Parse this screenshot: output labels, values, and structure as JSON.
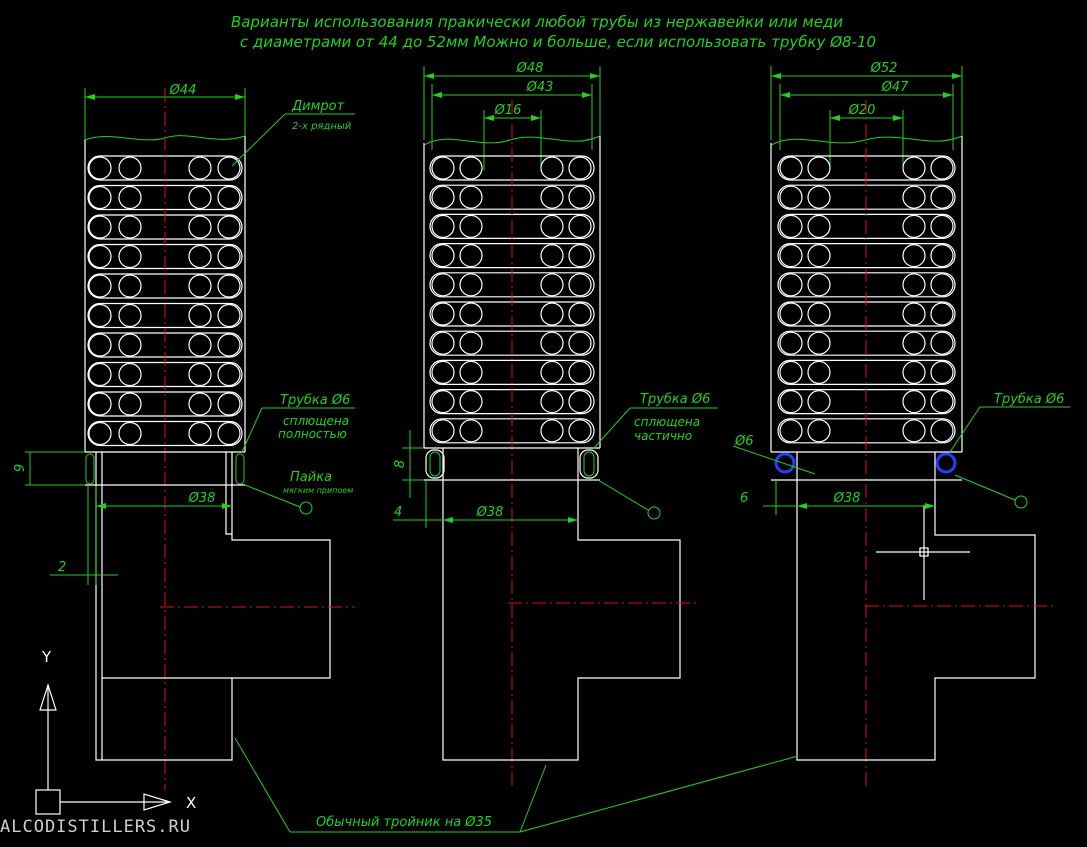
{
  "title": {
    "line1": "Варианты использования пракически любой трубы из нержавейки или меди",
    "line2": "с диаметрами от 44 до 52мм  Можно и больше, если использовать трубку Ø8-10"
  },
  "variant1": {
    "outer_dim": "Ø44",
    "packing_label": "Димрот",
    "packing_sub": "2-х рядный",
    "tube_label": "Трубка Ø6",
    "tube_state": "сплющена",
    "tube_state2": "полностью",
    "solder_label": "Пайка",
    "solder_sub": "мягким припоем",
    "tee_dim": "Ø38",
    "dim_height": "9",
    "dim_gap": "2"
  },
  "variant2": {
    "outer_dim": "Ø48",
    "mid_dim": "Ø43",
    "inner_dim": "Ø16",
    "tube_label": "Трубка Ø6",
    "tube_state": "сплющена",
    "tube_state2": "частично",
    "tee_dim": "Ø38",
    "dim_height": "8",
    "dim_gap": "4"
  },
  "variant3": {
    "outer_dim": "Ø52",
    "mid_dim": "Ø47",
    "inner_dim": "Ø20",
    "tube_label": "Трубка Ø6",
    "tube_dim": "Ø6",
    "tee_dim": "Ø38",
    "dim_gap": "6"
  },
  "tee_label": "Обычный тройник на Ø35",
  "ucs": {
    "y": "Y",
    "x": "X"
  },
  "watermark": "ALCODISTILLERS.RU",
  "colors": {
    "background": "#000000",
    "annotation": "#1ed21e",
    "centerline": "#e01010",
    "outline": "#ffffff",
    "tube_section": "#2040ff"
  }
}
